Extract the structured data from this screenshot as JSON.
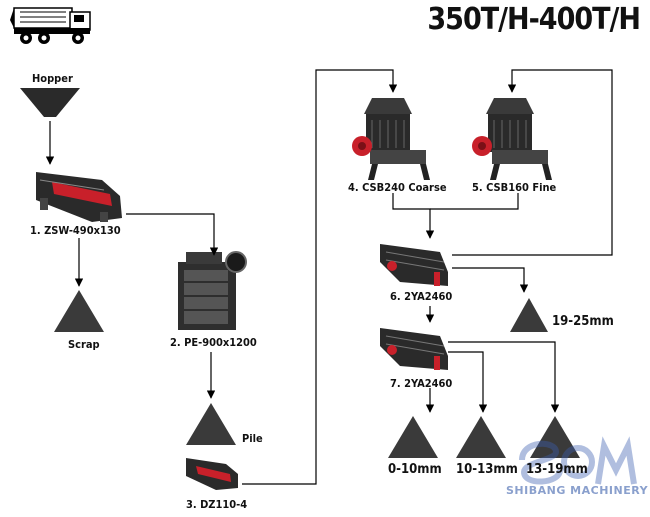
{
  "title": "350T/H-400T/H",
  "labels": {
    "hopper": "Hopper",
    "feeder": "1. ZSW-490x130",
    "scrap": "Scrap",
    "jaw": "2. PE-900x1200",
    "pile": "Pile",
    "feeder2": "3. DZ110-4",
    "cone_coarse": "4. CSB240 Coarse",
    "cone_fine": "5. CSB160 Fine",
    "screen1": "6. 2YA2460",
    "screen2": "7. 2YA2460",
    "out_a": "19-25mm",
    "out_b": "0-10mm",
    "out_c": "10-13mm",
    "out_d": "13-19mm"
  },
  "watermark": {
    "brand": "SHIBANG MACHINERY"
  },
  "colors": {
    "line": "#000000",
    "machine": "#2a2a2a",
    "accent": "#c8202a",
    "pile": "#3a3a3a"
  }
}
